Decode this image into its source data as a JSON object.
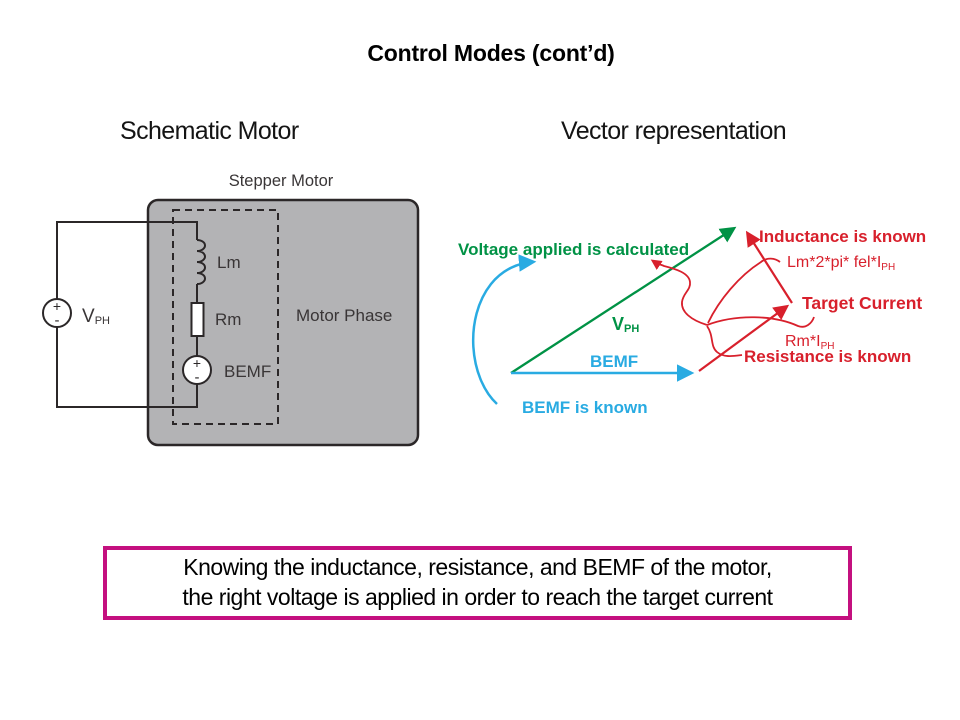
{
  "title": "Control Modes (cont’d)",
  "left_heading": "Schematic Motor",
  "right_heading": "Vector representation",
  "schematic": {
    "box_label": "Stepper Motor",
    "phase_label": "Motor Phase",
    "inductor": "Lm",
    "resistor": "Rm",
    "bemf_source": "BEMF",
    "supply_main": "V",
    "supply_sub": "PH",
    "plus": "+",
    "minus": "-"
  },
  "vector": {
    "voltage_note": "Voltage applied is calculated",
    "vph_main": "V",
    "vph_sub": "PH",
    "bemf_vector": "BEMF",
    "bemf_note": "BEMF is known",
    "inductance_note": "Inductance is known",
    "inductance_formula": "Lm*2*pi* fel*I",
    "inductance_formula_sub": "PH",
    "target_current": "Target Current",
    "resistance_formula": "Rm*I",
    "resistance_formula_sub": "PH",
    "resistance_note": "Resistance is known"
  },
  "footer": {
    "line1": "Knowing the inductance, resistance, and BEMF of the motor,",
    "line2": "the right voltage is applied in order to reach the target current"
  },
  "colors": {
    "green": "#009245",
    "blue": "#29abe2",
    "red": "#d8202c",
    "magenta": "#c4107f",
    "motor_gray": "#b3b3b5",
    "line_dark": "#2b2728",
    "text_dark": "#393536"
  }
}
